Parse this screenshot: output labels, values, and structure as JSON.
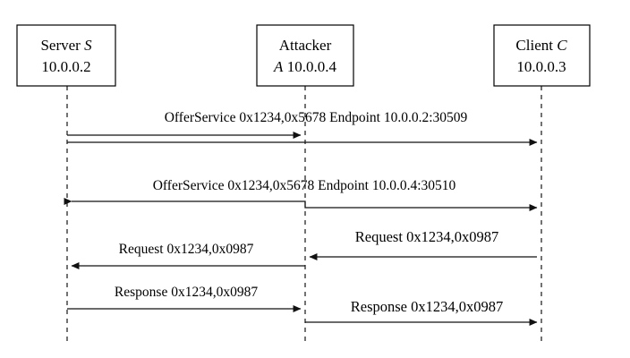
{
  "diagram": {
    "title": "SOME/IP service discovery man-in-the-middle sequence",
    "type": "sequence-diagram",
    "background": "#ffffff",
    "line_color": "#000000",
    "actors": [
      {
        "id": "server",
        "role": "Server",
        "symbol": "S",
        "address": "10.0.0.2",
        "line1": "Server",
        "line2": "10.0.0.2"
      },
      {
        "id": "attacker",
        "role": "Attacker",
        "symbol": "A",
        "address": "10.0.0.4",
        "line1": "Attacker",
        "line2": "10.0.0.4"
      },
      {
        "id": "client",
        "role": "Client",
        "symbol": "C",
        "address": "10.0.0.3",
        "line1": "Client",
        "line2": "10.0.0.3"
      }
    ],
    "messages": [
      {
        "id": "m1",
        "label": "OfferService 0x1234,0x5678 Endpoint 10.0.0.2:30509",
        "service_id": "0x1234",
        "instance_id": "0x5678",
        "endpoint": "10.0.0.2:30509",
        "from": "server",
        "to": "attacker",
        "to_secondary": "client",
        "direction": "right"
      },
      {
        "id": "m2",
        "label": "OfferService 0x1234,0x5678 Endpoint 10.0.0.4:30510",
        "service_id": "0x1234",
        "instance_id": "0x5678",
        "endpoint": "10.0.0.4:30510",
        "from": "attacker",
        "to": "server",
        "to_secondary": "client",
        "direction": "split"
      },
      {
        "id": "m3",
        "label": "Request 0x1234,0x0987",
        "service_id": "0x1234",
        "method_id": "0x0987",
        "from": "client",
        "to": "attacker",
        "direction": "left"
      },
      {
        "id": "m4",
        "label": "Request 0x1234,0x0987",
        "service_id": "0x1234",
        "method_id": "0x0987",
        "from": "attacker",
        "to": "server",
        "direction": "left"
      },
      {
        "id": "m5",
        "label": "Response 0x1234,0x0987",
        "service_id": "0x1234",
        "method_id": "0x0987",
        "from": "server",
        "to": "attacker",
        "direction": "right"
      },
      {
        "id": "m6",
        "label": "Response 0x1234,0x0987",
        "service_id": "0x1234",
        "method_id": "0x0987",
        "from": "attacker",
        "to": "client",
        "direction": "right"
      }
    ]
  }
}
